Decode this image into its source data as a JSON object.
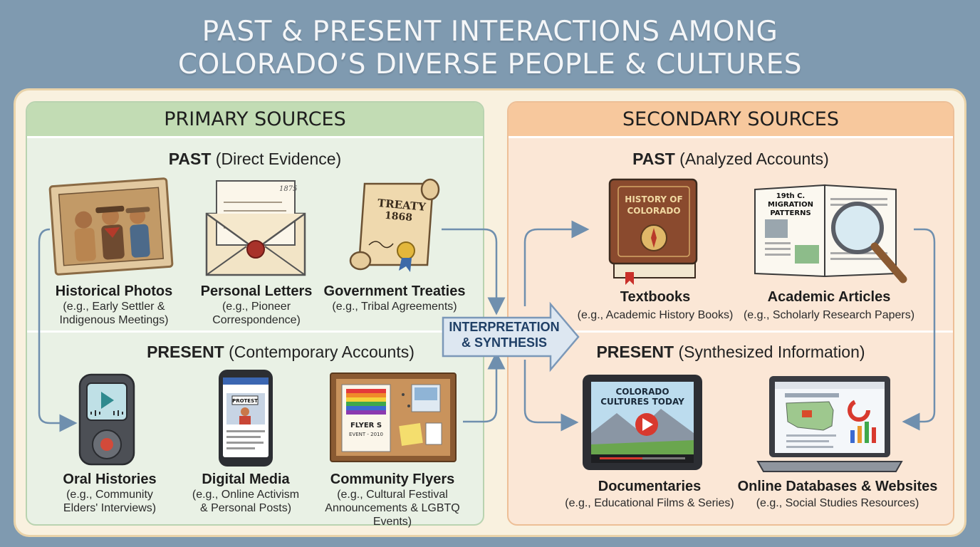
{
  "title": {
    "line1": "PAST & PRESENT INTERACTIONS AMONG",
    "line2": "COLORADO’S DIVERSE PEOPLE & CULTURES"
  },
  "primary": {
    "header": "PRIMARY SOURCES",
    "past": {
      "bold": "PAST",
      "rest": " (Direct Evidence)"
    },
    "present": {
      "bold": "PRESENT",
      "rest": " (Contemporary Accounts)"
    },
    "past_items": [
      {
        "title": "Historical Photos",
        "sub1": "(e.g., Early Settler &",
        "sub2": "Indigenous Meetings)"
      },
      {
        "title": "Personal Letters",
        "sub1": "(e.g., Pioneer",
        "sub2": "Correspondence)"
      },
      {
        "title": "Government Treaties",
        "sub1": "(e.g., Tribal Agreements)",
        "sub2": ""
      }
    ],
    "present_items": [
      {
        "title": "Oral Histories",
        "sub1": "(e.g., Community",
        "sub2": "Elders' Interviews)"
      },
      {
        "title": "Digital Media",
        "sub1": "(e.g., Online Activism",
        "sub2": "& Personal Posts)"
      },
      {
        "title": "Community Flyers",
        "sub1": "(e.g., Cultural Festival",
        "sub2": "Announcements & LGBTQ Events)"
      }
    ],
    "art_text": {
      "letter_date": "1875",
      "treaty": "TREATY",
      "treaty_year": "1868",
      "protest": "PROTEST",
      "flyer_line1": "FLYER S",
      "flyer_line2": "EVENT - 2010"
    }
  },
  "center": {
    "line1": "INTERPRETATION",
    "line2": "& SYNTHESIS"
  },
  "secondary": {
    "header": "SECONDARY SOURCES",
    "past": {
      "bold": "PAST",
      "rest": " (Analyzed Accounts)"
    },
    "present": {
      "bold": "PRESENT",
      "rest": " (Synthesized Information)"
    },
    "past_items": [
      {
        "title": "Textbooks",
        "sub1": "(e.g., Academic History Books)"
      },
      {
        "title": "Academic Articles",
        "sub1": "(e.g., Scholarly Research Papers)"
      }
    ],
    "present_items": [
      {
        "title": "Documentaries",
        "sub1": "(e.g., Educational Films & Series)"
      },
      {
        "title": "Online Databases & Websites",
        "sub1": "(e.g., Social Studies Resources)"
      }
    ],
    "art_text": {
      "book1": "HISTORY OF",
      "book2": "COLORADO",
      "mag1": "19th C.",
      "mag2": "MIGRATION",
      "mag3": "PATTERNS",
      "doc1": "COLORADO",
      "doc2": "CULTURES TODAY"
    }
  },
  "colors": {
    "background": "#7f9ab0",
    "primary_header": "#c2dcb4",
    "secondary_header": "#f7c89d",
    "arrow": "#6f8fae"
  }
}
